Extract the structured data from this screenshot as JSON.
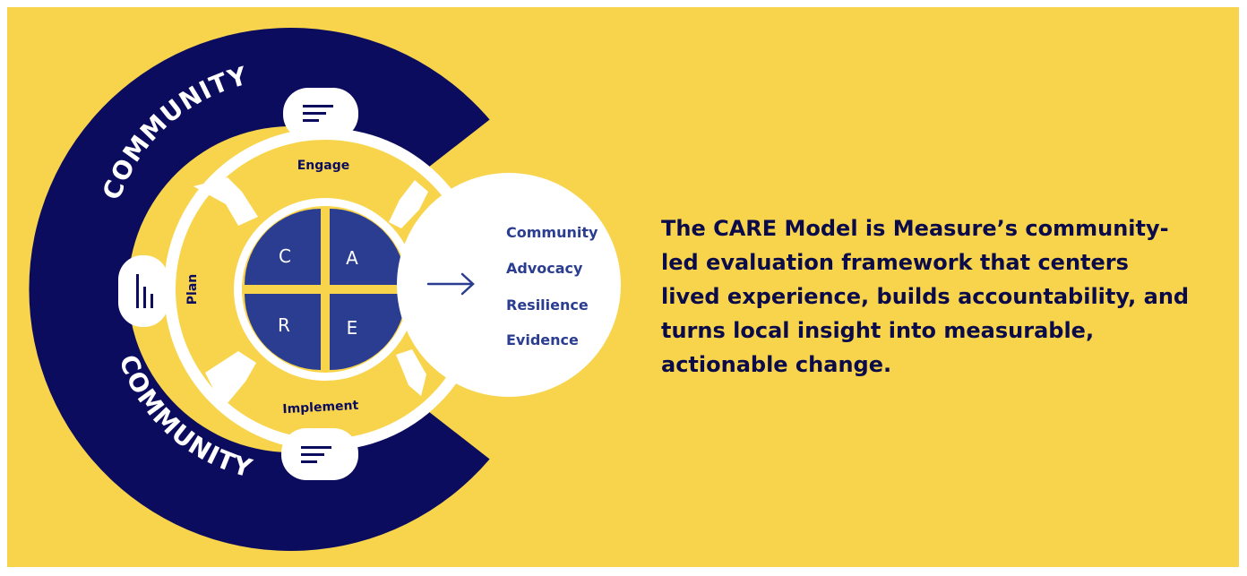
{
  "ring": {
    "top_label": "COMMUNITY",
    "bottom_label": "COMMUNITY"
  },
  "stages": {
    "engage": "Engage",
    "plan": "Plan",
    "implement": "Implement"
  },
  "quadrants": {
    "c": "C",
    "a": "A",
    "r": "R",
    "e": "E"
  },
  "acronym": [
    "Community",
    "Advocacy",
    "Resilience",
    "Evidence"
  ],
  "description_lines": [
    "The CARE Model is Measure’s community-",
    "led evaluation framework that centers",
    "lived experience, builds accountability, and",
    "turns local insight into measurable,",
    "actionable change."
  ],
  "colors": {
    "background": "#f8d44c",
    "navy": "#0c0c5e",
    "quadrant_blue": "#2b3d91",
    "white": "#ffffff",
    "text": "#0b0b4a"
  },
  "icons": [
    "text-lines-icon",
    "bar-lines-icon",
    "text-lines-icon",
    "arrow-right-icon"
  ]
}
